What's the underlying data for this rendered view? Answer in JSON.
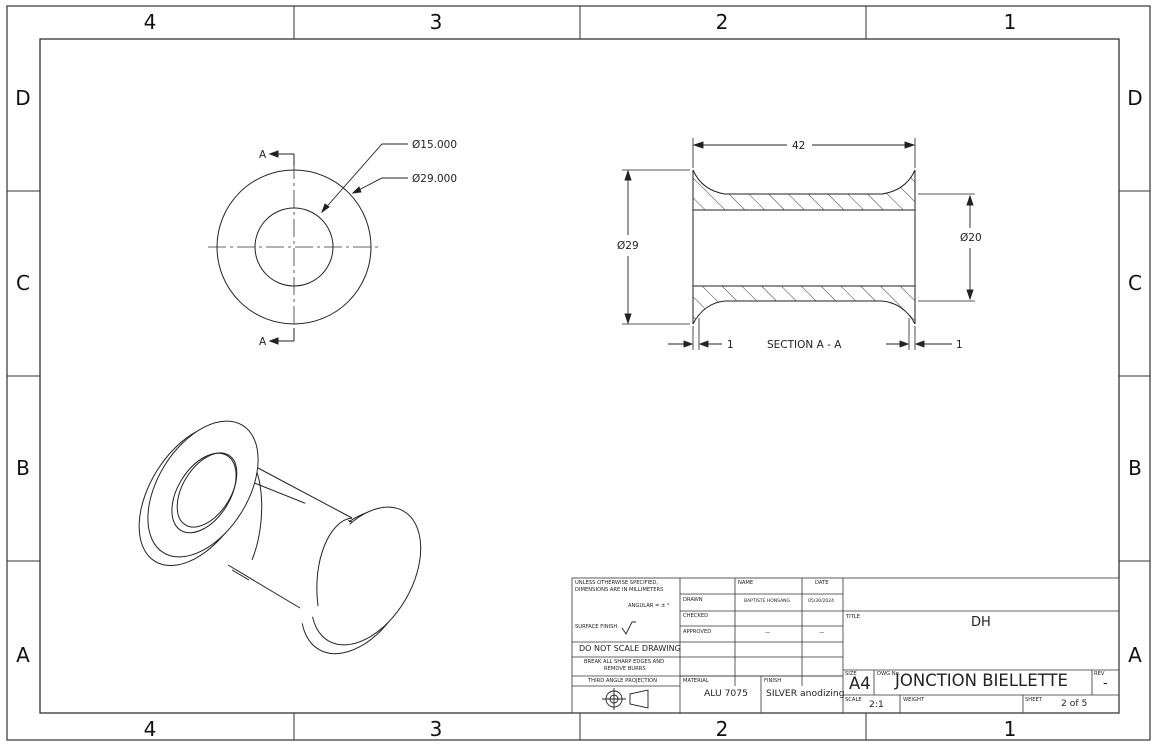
{
  "zones": {
    "columns_top": [
      "4",
      "3",
      "2",
      "1"
    ],
    "columns_bottom": [
      "4",
      "3",
      "2",
      "1"
    ],
    "rows_left": [
      "D",
      "C",
      "B",
      "A"
    ],
    "rows_right": [
      "D",
      "C",
      "B",
      "A"
    ]
  },
  "front_view": {
    "section_label_top": "A",
    "section_label_bottom": "A",
    "inner_diameter": "Ø15.000",
    "outer_diameter": "Ø29.000"
  },
  "section_view": {
    "length": "42",
    "outer_diameter": "Ø29",
    "inner_diameter": "Ø20",
    "left_flange": "1",
    "right_flange": "1",
    "caption": "SECTION A - A"
  },
  "title_block": {
    "notes": {
      "unless_line1": "UNLESS OTHERWISE SPECIFIED,",
      "unless_line2": "DIMENSIONS ARE IN MILLIMETERS",
      "angular": "ANGULAR = ± °",
      "surface_finish": "SURFACE FINISH",
      "do_not_scale": "DO NOT SCALE DRAWING",
      "break_edges_line1": "BREAK ALL SHARP EDGES AND",
      "break_edges_line2": "REMOVE BURRS",
      "projection": "THIRD ANGLE PROJECTION"
    },
    "headers": {
      "name": "NAME",
      "date": "DATE"
    },
    "rows": [
      {
        "label": "DRAWN",
        "name": "BAPTISTE HONSANG",
        "date": "05/30/2024"
      },
      {
        "label": "CHECKED",
        "name": "",
        "date": ""
      },
      {
        "label": "APPROVED",
        "name": "—",
        "date": "—"
      }
    ],
    "material_label": "MATERIAL",
    "material": "ALU 7075",
    "finish_label": "FINISH",
    "finish": "SILVER anodizing",
    "company": "",
    "title_label": "TITLE",
    "title": "DH",
    "size_label": "SIZE",
    "size": "A4",
    "dwg_label": "DWG No.",
    "dwg_title": "JONCTION BIELLETTE",
    "rev_label": "REV",
    "rev": "-",
    "scale_label": "SCALE",
    "scale": "2:1",
    "weight_label": "WEIGHT",
    "weight": "",
    "sheet_label": "SHEET",
    "sheet": "2 of 5"
  }
}
